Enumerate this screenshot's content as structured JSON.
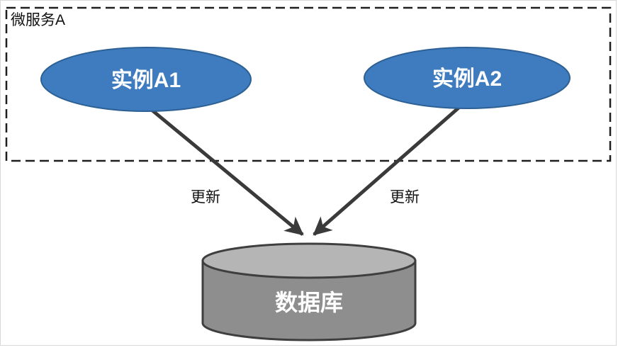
{
  "diagram": {
    "type": "architecture-diagram",
    "group": {
      "label": "微服务A"
    },
    "nodes": [
      {
        "id": "instance-a1",
        "label": "实例A1",
        "shape": "ellipse"
      },
      {
        "id": "instance-a2",
        "label": "实例A2",
        "shape": "ellipse"
      }
    ],
    "database": {
      "id": "database",
      "label": "数据库",
      "shape": "cylinder"
    },
    "edges": [
      {
        "from": "instance-a1",
        "to": "database",
        "label": "更新"
      },
      {
        "from": "instance-a2",
        "to": "database",
        "label": "更新"
      }
    ],
    "colors": {
      "background": "#ffffff",
      "group_border": "#1f1f1f",
      "node_fill": "#3e7cbf",
      "node_stroke": "#2d6094",
      "node_text": "#ffffff",
      "arrow": "#3a3a3a",
      "edge_label_text": "#111111",
      "db_body_fill": "#8e8e8e",
      "db_top_fill": "#b5b5b5",
      "db_stroke": "#3f3f3f",
      "db_text": "#ffffff"
    }
  }
}
